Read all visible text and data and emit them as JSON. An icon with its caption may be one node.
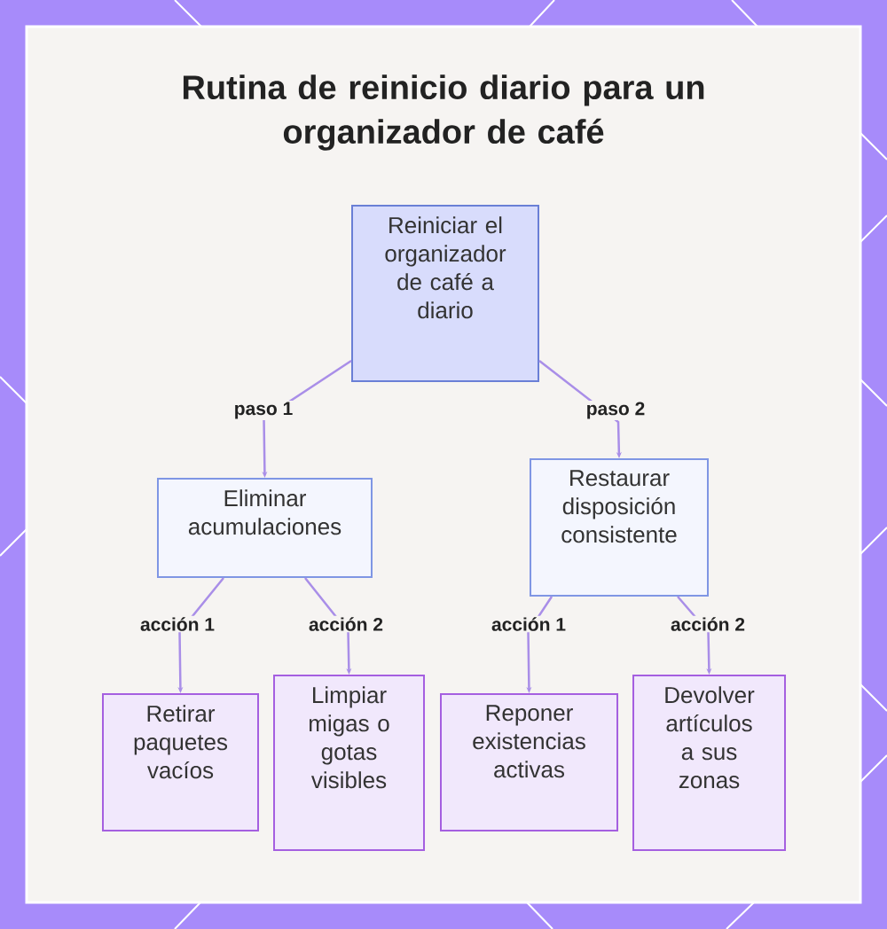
{
  "diagram": {
    "title": "Rutina de reinicio diario para un organizador de café",
    "nodes": [
      {
        "text": [
          "Reiniciar el organizador de café a diario"
        ]
      },
      {
        "text": [
          "Eliminar acumulaciones"
        ]
      },
      {
        "text": [
          "Restaurar disposición consistente"
        ]
      },
      {
        "text": [
          "Retirar paquetes vacíos"
        ]
      },
      {
        "text": [
          "Limpiar migas o gotas visibles"
        ]
      },
      {
        "text": [
          "Reponer existencias activas"
        ]
      },
      {
        "text": [
          "Devolver artículos a sus zonas"
        ]
      }
    ],
    "edges": [
      {
        "from": 0,
        "to": 1,
        "arrow": "to",
        "label": "paso 1"
      },
      {
        "from": 0,
        "to": 2,
        "arrow": "to",
        "label": "paso 2"
      },
      {
        "from": 1,
        "to": 3,
        "arrow": "to",
        "label": "acción 1"
      },
      {
        "from": 1,
        "to": 4,
        "arrow": "to",
        "label": "acción 2"
      },
      {
        "from": 2,
        "to": 5,
        "arrow": "to",
        "label": "acción 1"
      },
      {
        "from": 2,
        "to": 6,
        "arrow": "to",
        "label": "acción 2"
      }
    ]
  }
}
